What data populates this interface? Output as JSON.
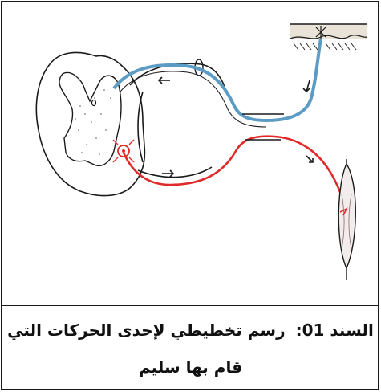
{
  "caption": {
    "label": "السند 01:",
    "line1_text": "رسم تخطيطي لإحدى الحركات التي",
    "line2_text": "قام بها سليم"
  },
  "colors": {
    "sensory_pathway": "#5b9bc4",
    "motor_pathway": "#e02a2a",
    "outline": "#1a1a1a",
    "border": "#1a1a1a"
  },
  "icons": [
    "skin-receptor-icon",
    "muscle-icon",
    "motor-neuron-icon",
    "direction-arrow-icon"
  ]
}
